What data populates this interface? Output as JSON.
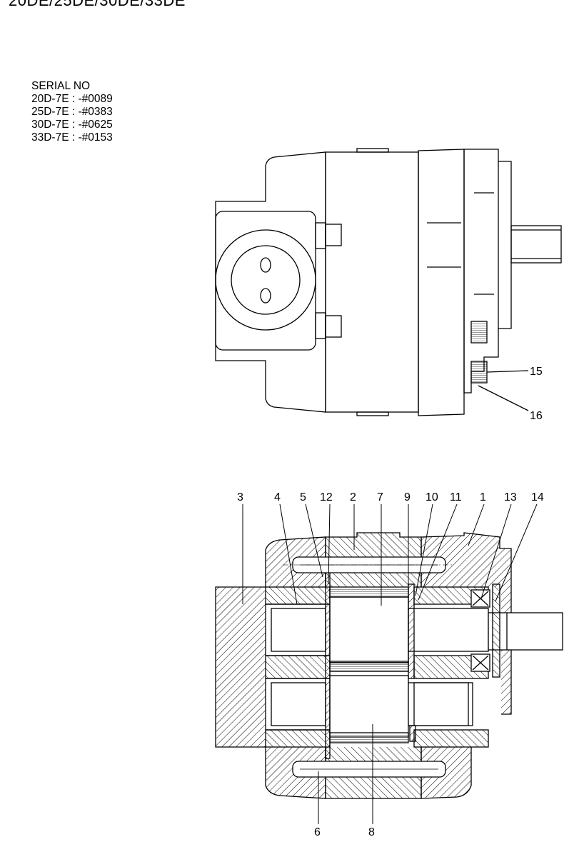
{
  "title": "20DE/25DE/30DE/33DE",
  "serial": {
    "heading": "SERIAL NO",
    "lines": [
      "20D-7E : -#0089",
      "25D-7E : -#0383",
      "30D-7E : -#0625",
      "33D-7E : -#0153"
    ]
  },
  "side_view_callouts": [
    "15",
    "16"
  ],
  "section_view_callouts": {
    "top": [
      "3",
      "4",
      "5",
      "12",
      "2",
      "7",
      "9",
      "10",
      "11",
      "1",
      "13",
      "14"
    ],
    "bottom": [
      "6",
      "8"
    ]
  },
  "colors": {
    "line": "#000000",
    "background": "#ffffff"
  }
}
